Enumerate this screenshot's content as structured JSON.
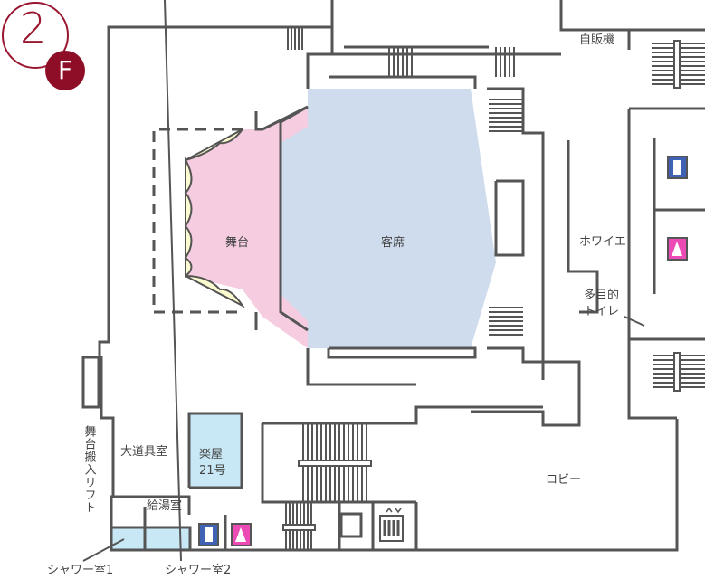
{
  "floor": {
    "number": "2",
    "letter": "F",
    "color": "#8e0e28"
  },
  "rooms": {
    "stage": "舞台",
    "seating": "客席",
    "foyer": "ホワイエ",
    "vending": "自販機",
    "multipurpose_toilet": [
      "多目的",
      "トイレ"
    ],
    "lift": "舞台搬入リフト",
    "prop_room": "大道具室",
    "dressing_room": [
      "楽屋",
      "21号"
    ],
    "kitchenette": "給湯室",
    "shower1": "シャワー室1",
    "shower2": "シャワー室2",
    "lobby": "ロビー"
  },
  "icons": [
    "mens-toilet-icon",
    "womens-toilet-icon",
    "elevator-icon"
  ],
  "colors": {
    "stage": "#f6cde0",
    "seating": "#cfdcee",
    "rooms": "#c8e8f6",
    "curtain": "#fdfbd0",
    "mens": "#3f62b5",
    "womens": "#ec4bb5",
    "wall": "#555555"
  }
}
